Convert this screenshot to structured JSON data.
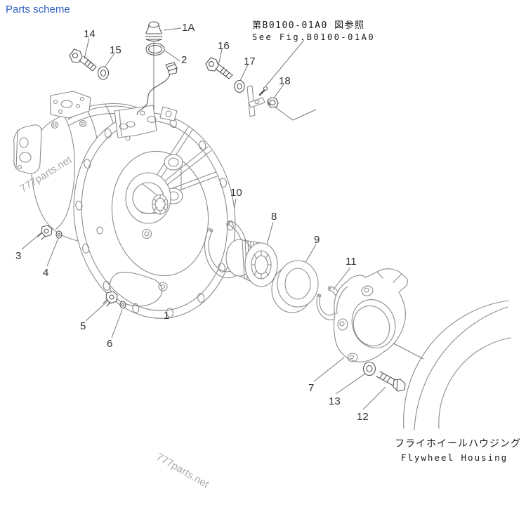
{
  "header": {
    "title": "Parts scheme"
  },
  "note": {
    "line_jp": "第B0100-01A0 図参照",
    "line_en": "See Fig.B0100-01A0"
  },
  "caption": {
    "line_jp": "フライホイールハウジング",
    "line_en": "Flywheel Housing"
  },
  "watermark": "777parts.net",
  "colors": {
    "link": "#3060c0",
    "line_art": "#8c8c8c",
    "hardware": "#555555",
    "label": "#333333",
    "watermark": "#7d7d7d",
    "background": "#ffffff"
  },
  "parts": {
    "n1": "1",
    "n1a": "1A",
    "n2": "2",
    "n3": "3",
    "n4": "4",
    "n5": "5",
    "n6": "6",
    "n7": "7",
    "n8": "8",
    "n9": "9",
    "n10": "10",
    "n11": "11",
    "n12": "12",
    "n13": "13",
    "n14": "14",
    "n15": "15",
    "n16": "16",
    "n17": "17",
    "n18": "18"
  }
}
